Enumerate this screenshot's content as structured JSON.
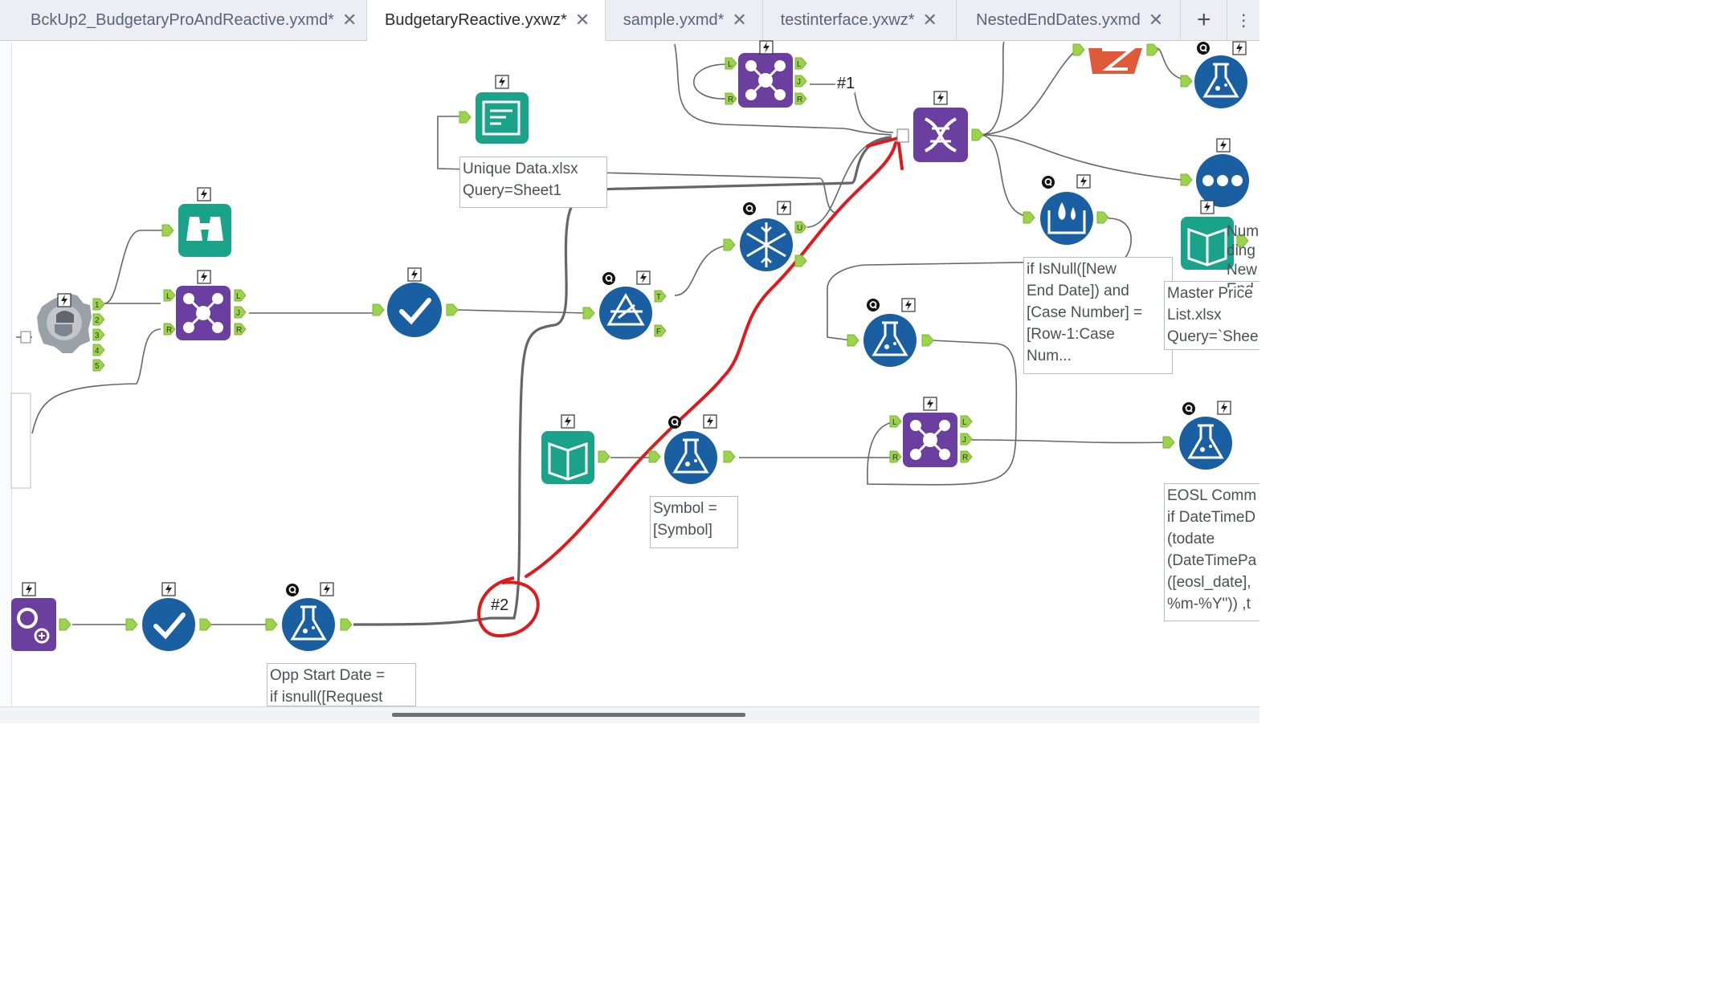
{
  "tabs": [
    {
      "label": "BckUp2_BudgetaryProAndReactive.yxmd*",
      "active": false
    },
    {
      "label": "BudgetaryReactive.yxwz*",
      "active": true
    },
    {
      "label": "sample.yxmd*",
      "active": false
    },
    {
      "label": "testinterface.yxwz*",
      "active": false
    },
    {
      "label": "NestedEndDates.yxmd",
      "active": false
    }
  ],
  "tab_close_glyph": "✕",
  "tab_add_glyph": "+",
  "tab_more_glyph": "⋮",
  "annotations": {
    "unique_data": "Unique Data.xlsx\nQuery=Sheet1",
    "is_null": "if IsNull([New\nEnd Date]) and\n[Case Number] =\n[Row-1:Case\nNum...",
    "master_price": "Master Price\nList.xlsx\nQuery=`Shee",
    "symbol": "Symbol =\n[Symbol]",
    "eosl": "EOSL Comm\nif DateTimeD\n(todate\n(DateTimePa\n([eosl_date],\n%m-%Y\")) ,t",
    "opp_start": "Opp Start Date =\nif isnull([Request",
    "partial_input": "Num\nding\nNew End D"
  },
  "labels": {
    "wireless_1": "#1",
    "wireless_2": "#2"
  },
  "anchor_letters": {
    "left": "L",
    "join": "J",
    "right": "R",
    "true": "T",
    "false": "F",
    "unique": "U",
    "n1": "1",
    "n2": "2",
    "n3": "3",
    "n4": "4",
    "n5": "5"
  },
  "badges": {
    "lightning": "⚡",
    "query": "Q"
  },
  "colors": {
    "tab_bg": "#eceef3",
    "accent_blue": "#1b5fa3",
    "purple_tool": "#6a3fa0",
    "teal_tool": "#1aa38a",
    "anchor_green": "#9bd44a",
    "connector": "#666666",
    "annotation_red": "#e0191b"
  }
}
